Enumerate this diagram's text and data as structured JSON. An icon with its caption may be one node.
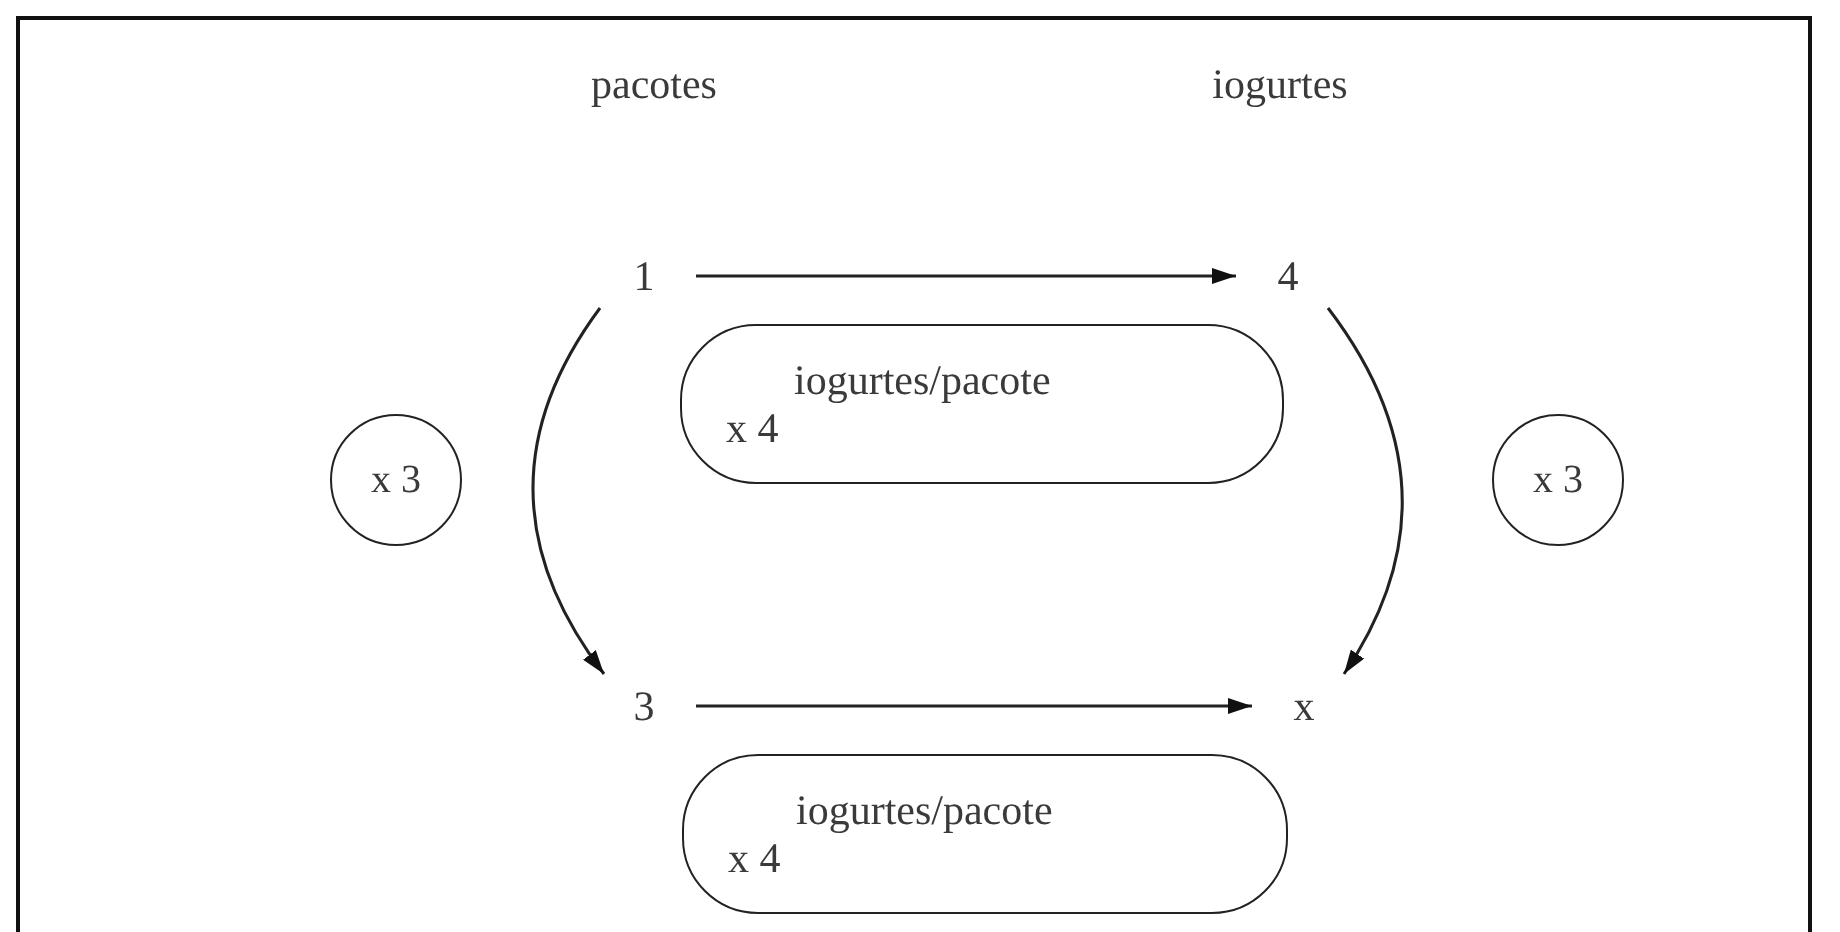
{
  "diagram": {
    "nodes": [
      {
        "text": [
          "1"
        ]
      },
      {
        "text": [
          "4"
        ]
      },
      {
        "text": [
          "iogurtes/pacote",
          "x 4"
        ]
      },
      {
        "text": [
          "x 3"
        ]
      },
      {
        "text": [
          "x 3"
        ]
      },
      {
        "text": [
          "3"
        ]
      },
      {
        "text": [
          "x"
        ]
      },
      {
        "text": [
          "iogurtes/pacote",
          "x 4"
        ]
      }
    ],
    "edges": [
      {
        "from": 0,
        "to": 1,
        "arrow": "to"
      },
      {
        "from": 0,
        "to": 5,
        "arrow": "to"
      },
      {
        "from": 1,
        "to": 6,
        "arrow": "to"
      },
      {
        "from": 5,
        "to": 6,
        "arrow": "to"
      }
    ],
    "labels": [
      "pacotes",
      "iogurtes"
    ]
  }
}
